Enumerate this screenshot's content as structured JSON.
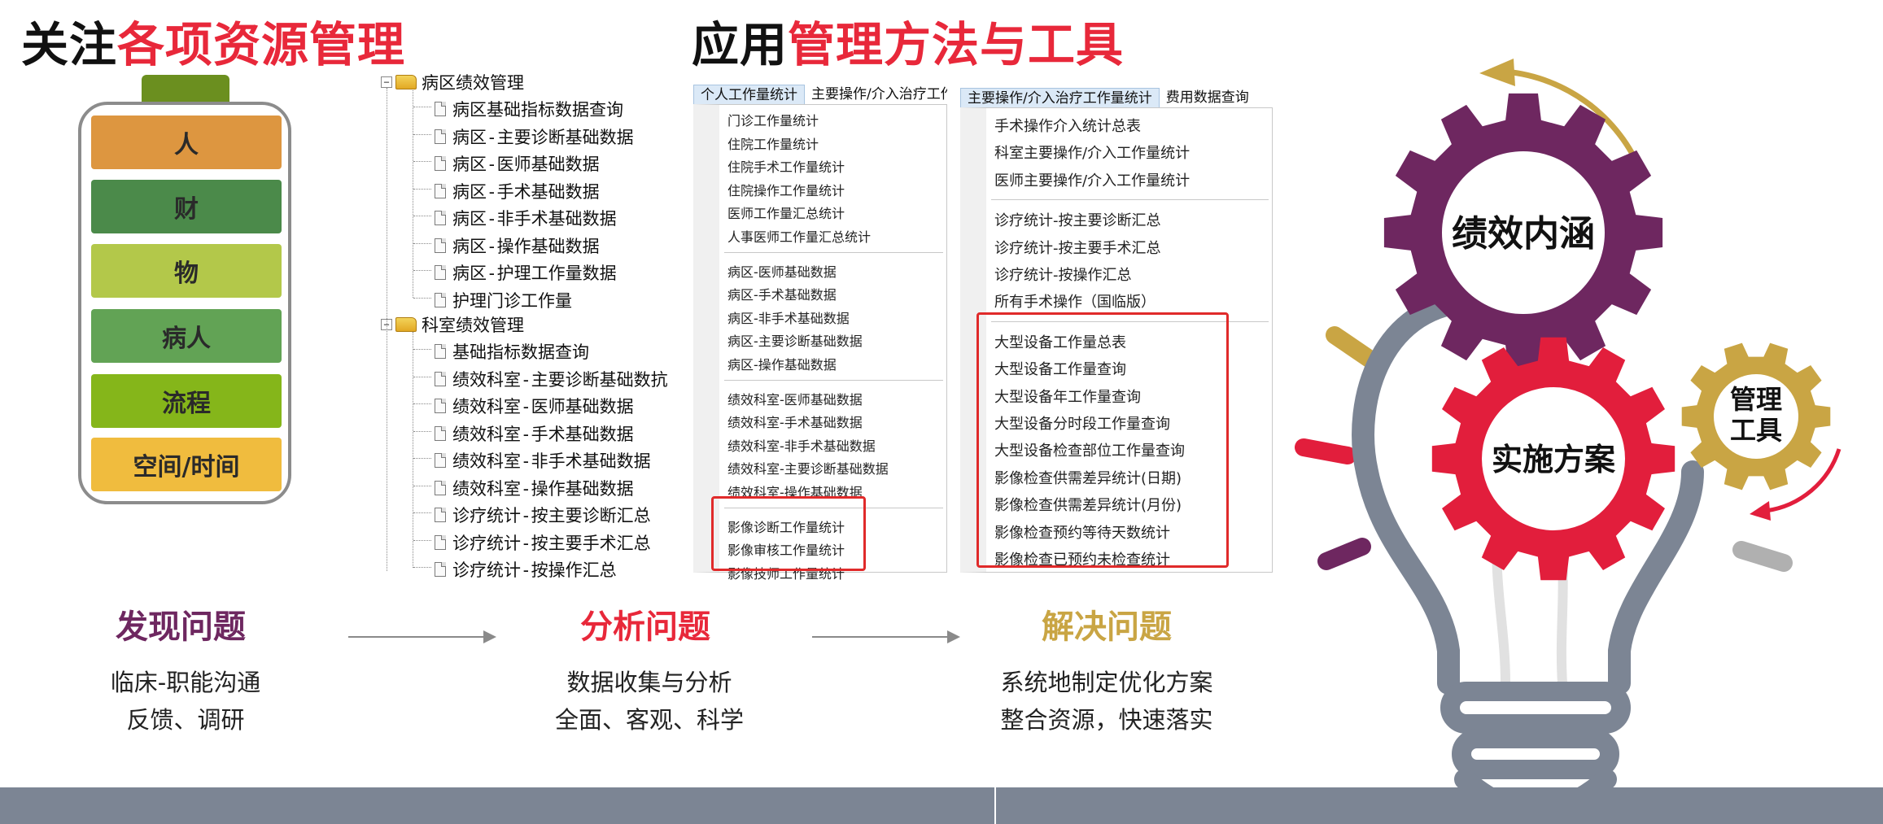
{
  "headings": {
    "left": {
      "black": "关注",
      "red": "各项资源管理"
    },
    "right": {
      "black": "应用",
      "red": "管理方法与工具"
    }
  },
  "battery": {
    "segments": [
      {
        "label": "人",
        "color": "#dd9640"
      },
      {
        "label": "财",
        "color": "#4b8a4a"
      },
      {
        "label": "物",
        "color": "#b3c84a"
      },
      {
        "label": "病人",
        "color": "#62a355"
      },
      {
        "label": "流程",
        "color": "#85b61a"
      },
      {
        "label": "空间/时间",
        "color": "#f0bc3e"
      }
    ]
  },
  "tree": {
    "group1": {
      "label": "病区绩效管理",
      "items": [
        "病区基础指标数据查询",
        "病区-主要诊断基础数据",
        "病区-医师基础数据",
        "病区-手术基础数据",
        "病区-非手术基础数据",
        "病区-操作基础数据",
        "病区-护理工作量数据",
        "护理门诊工作量"
      ]
    },
    "group2": {
      "label": "科室绩效管理",
      "items": [
        "基础指标数据查询",
        "绩效科室-主要诊断基础数抗",
        "绩效科室-医师基础数据",
        "绩效科室-手术基础数据",
        "绩效科室-非手术基础数据",
        "绩效科室-操作基础数据",
        "诊疗统计-按主要诊断汇总",
        "诊疗统计-按主要手术汇总",
        "诊疗统计-按操作汇总"
      ]
    }
  },
  "menu1": {
    "tabs": [
      "个人工作量统计",
      "主要操作/介入治疗工作量"
    ],
    "groups": [
      [
        "门诊工作量统计",
        "住院工作量统计",
        "住院手术工作量统计",
        "住院操作工作量统计",
        "医师工作量汇总统计",
        "人事医师工作量汇总统计"
      ],
      [
        "病区-医师基础数据",
        "病区-手术基础数据",
        "病区-非手术基础数据",
        "病区-主要诊断基础数据",
        "病区-操作基础数据"
      ],
      [
        "绩效科室-医师基础数据",
        "绩效科室-手术基础数据",
        "绩效科室-非手术基础数据",
        "绩效科室-主要诊断基础数据",
        "绩效科室-操作基础数据"
      ],
      [
        "影像诊断工作量统计",
        "影像审核工作量统计",
        "影像技师工作量统计"
      ]
    ]
  },
  "menu2": {
    "tabs": [
      "主要操作/介入治疗工作量统计",
      "费用数据查询"
    ],
    "groups": [
      [
        "手术操作介入统计总表",
        "科室主要操作/介入工作量统计",
        "医师主要操作/介入工作量统计"
      ],
      [
        "诊疗统计-按主要诊断汇总",
        "诊疗统计-按主要手术汇总",
        "诊疗统计-按操作汇总",
        "所有手术操作（国临版）"
      ],
      [
        "大型设备工作量总表",
        "大型设备工作量查询",
        "大型设备年工作量查询",
        "大型设备分时段工作量查询",
        "大型设备检查部位工作量查询",
        "影像检查供需差异统计(日期)",
        "影像检查供需差异统计(月份)",
        "影像检查预约等待天数统计",
        "影像检查已预约未检查统计"
      ]
    ]
  },
  "stages": [
    {
      "title": "发现问题",
      "color": "#6e2760",
      "lines": [
        "临床-职能沟通",
        "反馈、调研"
      ]
    },
    {
      "title": "分析问题",
      "color": "#e8283a",
      "lines": [
        "数据收集与分析",
        "全面、客观、科学"
      ]
    },
    {
      "title": "解决问题",
      "color": "#c9a544",
      "lines": [
        "系统地制定优化方案",
        "整合资源，快速落实"
      ]
    }
  ],
  "gears": {
    "big": {
      "label": "绩效内涵",
      "color": "#6e2760"
    },
    "mid": {
      "label": "实施方案",
      "color": "#e21e3c"
    },
    "small": {
      "line1": "管理",
      "line2": "工具",
      "color": "#c9a544"
    }
  },
  "colors": {
    "accent_red": "#e8283a",
    "bulb_gray": "#7c8594",
    "bottom_bar": "#7c8594"
  }
}
